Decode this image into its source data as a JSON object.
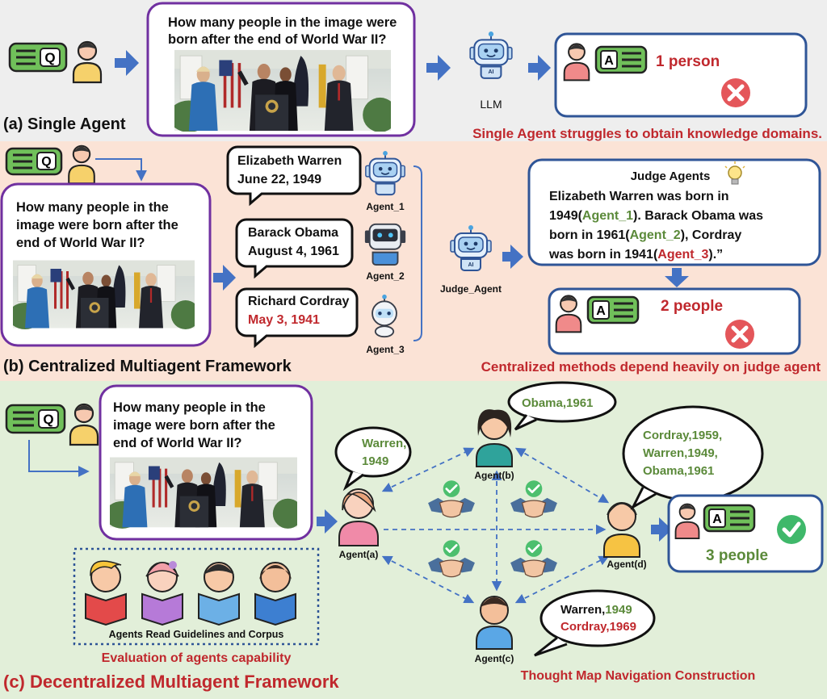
{
  "question": "How many people in the image were born after the end of World War II?",
  "section_a": {
    "title": "(a) Single Agent",
    "llm_label": "LLM",
    "llm_badge": "AI",
    "answer": "1 person",
    "note": "Single Agent struggles to obtain knowledge domains."
  },
  "section_b": {
    "title": "(b) Centralized Multiagent Framework",
    "agents": [
      {
        "name": "Agent_1",
        "person": "Elizabeth Warren",
        "date": "June 22, 1949",
        "date_wrong": false
      },
      {
        "name": "Agent_2",
        "person": "Barack Obama",
        "date": "August 4, 1961",
        "date_wrong": false
      },
      {
        "name": "Agent_3",
        "person": "Richard Cordray",
        "date": "May 3, 1941",
        "date_wrong": true
      }
    ],
    "judge_label": "Judge_Agent",
    "judge_badge": "AI",
    "judge_box_title": "Judge Agents",
    "judge_text": {
      "l1": "Elizabeth Warren was born in",
      "l2a": "1949(",
      "l2b": "Agent_1",
      "l2c": "). Barack Obama was",
      "l3a": "born in 1961(",
      "l3b": "Agent_2",
      "l3c": "), Cordray",
      "l4a": "was born in 1941(",
      "l4b": "Agent_3",
      "l4c": ").”"
    },
    "answer": "2 people",
    "note": "Centralized methods depend heavily on judge agent"
  },
  "section_c": {
    "title": "(c) Decentralized Multiagent Framework",
    "agents": [
      "Agent(a)",
      "Agent(b)",
      "Agent(c)",
      "Agent(d)"
    ],
    "bubbles": {
      "a1": "Warren,",
      "a2": "1949",
      "b": "Obama,1961",
      "d1": "Cordray,1959,",
      "d2": "Warren,1949,",
      "d3": "Obama,1961",
      "c1a": "Warren,",
      "c1b": "1949",
      "c2": "Cordray,1969"
    },
    "guidelines": "Agents Read Guidelines and Corpus",
    "eval_note": "Evaluation of agents capability",
    "nav_note": "Thought Map Navigation Construction",
    "answer": "3 people"
  },
  "chip_letters": {
    "question": "Q",
    "answer": "A"
  },
  "colors": {
    "section_a_bg": "#eeeeee",
    "section_b_bg": "#fbe3d6",
    "section_c_bg": "#e2efd9",
    "purple_frame": "#7030a0",
    "blue_frame": "#2f5597",
    "arrow_blue": "#4472c4",
    "red_text": "#c0282d",
    "green_text": "#5b8a3a",
    "chip_green": "#70c05a"
  }
}
